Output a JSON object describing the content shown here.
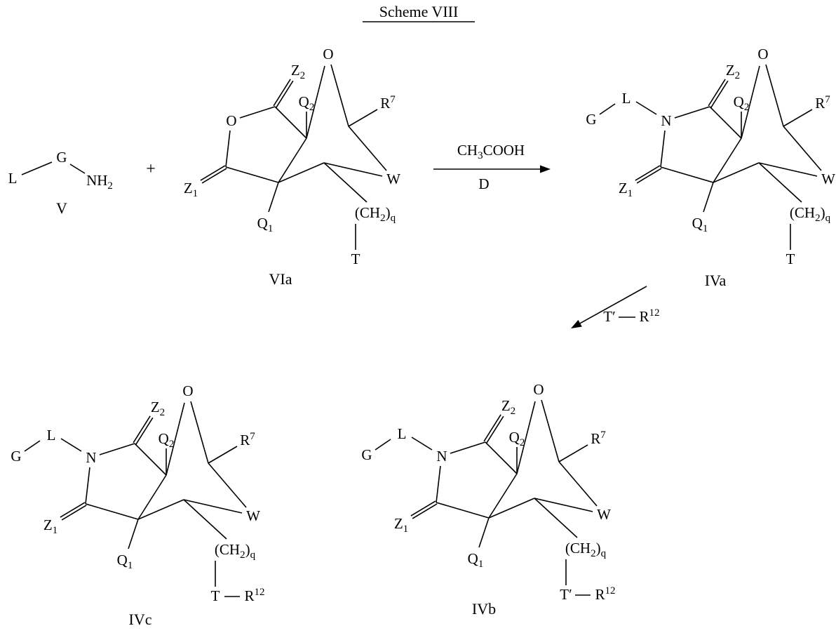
{
  "title": "Scheme VIII",
  "plus_sign": "+",
  "arrow1": {
    "reagent_segs": [
      {
        "t": "CH"
      },
      {
        "t": "3",
        "s": "sub"
      },
      {
        "t": "COOH"
      }
    ],
    "condition": "D"
  },
  "arrow2": {
    "t_label": "T′",
    "r12_segs": [
      {
        "t": "R"
      },
      {
        "t": "12",
        "s": "sup"
      }
    ]
  },
  "labels": {
    "G": "G",
    "L": "L",
    "NH2_segs": [
      {
        "t": "NH"
      },
      {
        "t": "2",
        "s": "sub"
      }
    ],
    "ring_O": "O",
    "ring_N": "N",
    "bridge_O": "O",
    "W": "W",
    "T": "T",
    "T_prime": "T′",
    "Z1_segs": [
      {
        "t": "Z"
      },
      {
        "t": "1",
        "s": "sub"
      }
    ],
    "Z2_segs": [
      {
        "t": "Z"
      },
      {
        "t": "2",
        "s": "sub"
      }
    ],
    "Q1_segs": [
      {
        "t": "Q"
      },
      {
        "t": "1",
        "s": "sub"
      }
    ],
    "Q2_segs": [
      {
        "t": "Q"
      },
      {
        "t": "2",
        "s": "sub"
      }
    ],
    "R7_segs": [
      {
        "t": "R"
      },
      {
        "t": "7",
        "s": "sup"
      }
    ],
    "R12_segs": [
      {
        "t": "R"
      },
      {
        "t": "12",
        "s": "sup"
      }
    ],
    "CH2q_segs": [
      {
        "t": "(CH"
      },
      {
        "t": "2",
        "s": "sub"
      },
      {
        "t": ")"
      },
      {
        "t": "q",
        "s": "sub"
      }
    ]
  },
  "structures": {
    "V": {
      "caption": "V"
    },
    "VIa": {
      "caption": "VIa"
    },
    "IVa": {
      "caption": "IVa"
    },
    "IVb": {
      "caption": "IVb"
    },
    "IVc": {
      "caption": "IVc"
    }
  }
}
